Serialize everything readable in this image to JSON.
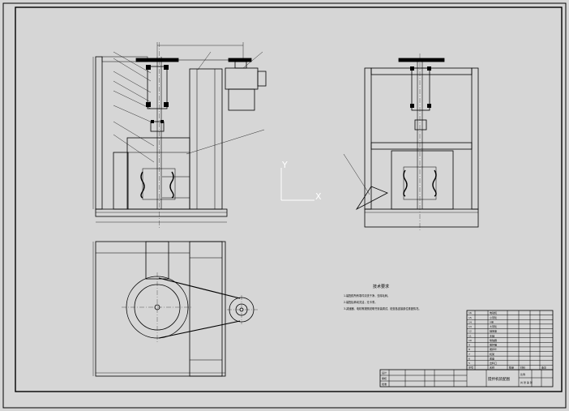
{
  "canvas": {
    "background": "#d6d6d6",
    "line_color": "#000000",
    "ucs_color": "#ffffff"
  },
  "ucs": {
    "y_label": "Y",
    "x_label": "X"
  },
  "notes": {
    "title": "技术要求",
    "lines": [
      "1.装配前所有零件清洗干净，去除毛刺。",
      "2.装配后转动灵活，无卡滞。",
      "3.减速器、电机等按照说明书安装调试，检查各连接部位紧固情况。"
    ]
  },
  "title_block": {
    "part_rows": [
      {
        "no": "16",
        "name": "电动机"
      },
      {
        "no": "15",
        "name": "小带轮"
      },
      {
        "no": "14",
        "name": "V带"
      },
      {
        "no": "13",
        "name": "大带轮"
      },
      {
        "no": "12",
        "name": "轴承座"
      },
      {
        "no": "11",
        "name": "主轴"
      },
      {
        "no": "10",
        "name": "联轴器"
      },
      {
        "no": "9",
        "name": "搅拌桶"
      },
      {
        "no": "8",
        "name": "搅拌叶"
      },
      {
        "no": "7",
        "name": "机架"
      },
      {
        "no": "6",
        "name": "底座"
      },
      {
        "no": "5",
        "name": "出料口"
      }
    ],
    "header": {
      "no": "序号",
      "name": "名称",
      "qty": "数量",
      "material": "材料",
      "note": "备注"
    },
    "labels": {
      "drawing_title": "搅拌机装配图",
      "designer": "设计",
      "checker": "审核",
      "approver": "批准",
      "scale": "比例",
      "sheet": "共 张 第 张"
    }
  }
}
